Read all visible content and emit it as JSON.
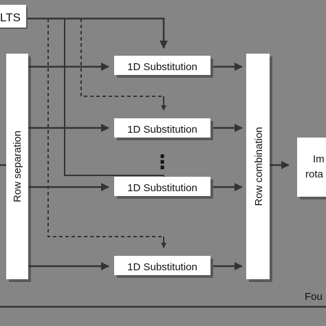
{
  "diagram": {
    "ults_label": "LTS",
    "row_separation_label": "Row separation",
    "substitution_label": "1D Substitution",
    "row_combination_label": "Row combination",
    "image_rotation_label_line1": "Im",
    "image_rotation_label_line2": "rota",
    "ellipsis": "⋮",
    "bottom_label": "Fou"
  },
  "colors": {
    "background": "#858585",
    "box_fill": "#ffffff",
    "shadow": "#5a5a5a",
    "arrow": "#333333"
  }
}
